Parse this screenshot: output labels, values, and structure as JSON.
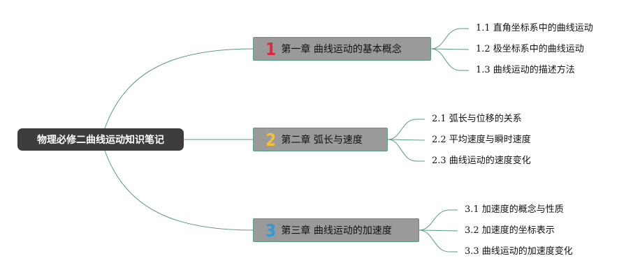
{
  "root": {
    "label": "物理必修二曲线运动知识笔记"
  },
  "colors": {
    "connector": "#5a9a80",
    "chapter_1": "#e0283c",
    "chapter_2": "#f2c230",
    "chapter_3": "#2e98d6"
  },
  "chapters": [
    {
      "number": "1",
      "title": "第一章 曲线运动的基本概念",
      "sections": [
        "1.1 直角坐标系中的曲线运动",
        "1.2 极坐标系中的曲线运动",
        "1.3 曲线运动的描述方法"
      ]
    },
    {
      "number": "2",
      "title": "第二章 弧长与速度",
      "sections": [
        "2.1 弧长与位移的关系",
        "2.2 平均速度与瞬时速度",
        "2.3 曲线运动的速度变化"
      ]
    },
    {
      "number": "3",
      "title": "第三章 曲线运动的加速度",
      "sections": [
        "3.1 加速度的概念与性质",
        "3.2 加速度的坐标表示",
        "3.3 曲线运动的加速度变化"
      ]
    }
  ]
}
